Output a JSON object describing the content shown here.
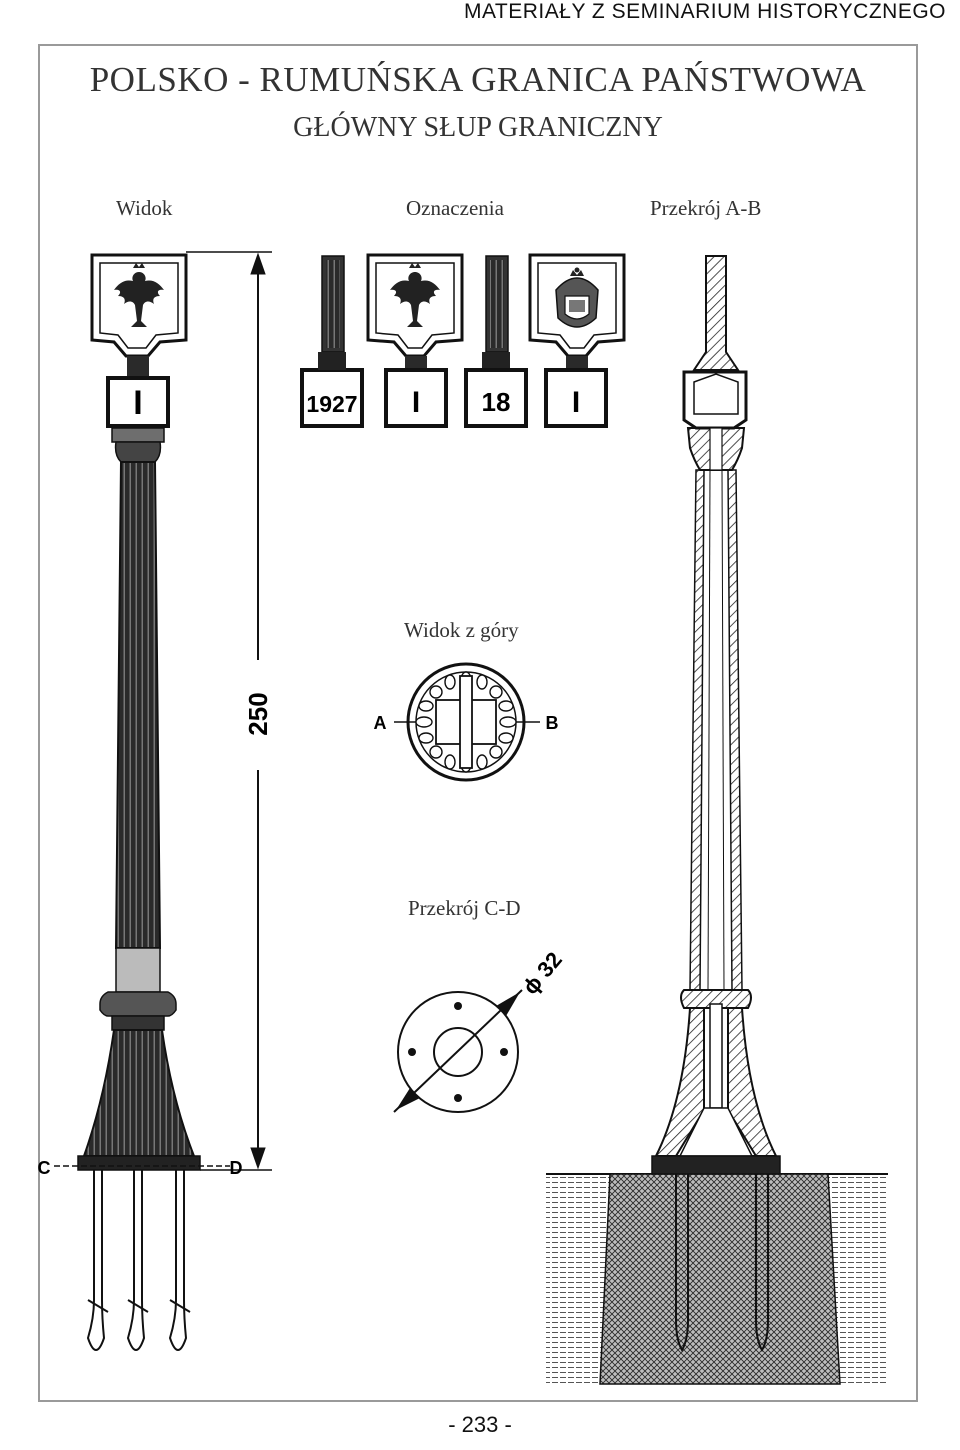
{
  "running_header": "MATERIAŁY Z SEMINARIUM HISTORYCZNEGO",
  "title_main": "POLSKO - RUMUŃSKA GRANICA PAŃSTWOWA",
  "title_sub": "GŁÓWNY SŁUP GRANICZNY",
  "sections": {
    "view": "Widok",
    "markings": "Oznaczenia",
    "section_ab": "Przekrój A-B",
    "top_view": "Widok z góry",
    "section_cd": "Przekrój C-D"
  },
  "dimension_height": "250",
  "plates": {
    "main": "I",
    "year": "1927",
    "number_1": "I",
    "post_no": "18",
    "number_2": "I"
  },
  "marks": {
    "a": "A",
    "b": "B",
    "c": "C",
    "d": "D"
  },
  "diameter_label": "ϕ 32",
  "page_number": "- 233 -",
  "colors": {
    "ink": "#1a1a1a",
    "frame": "#9a9a9a"
  }
}
